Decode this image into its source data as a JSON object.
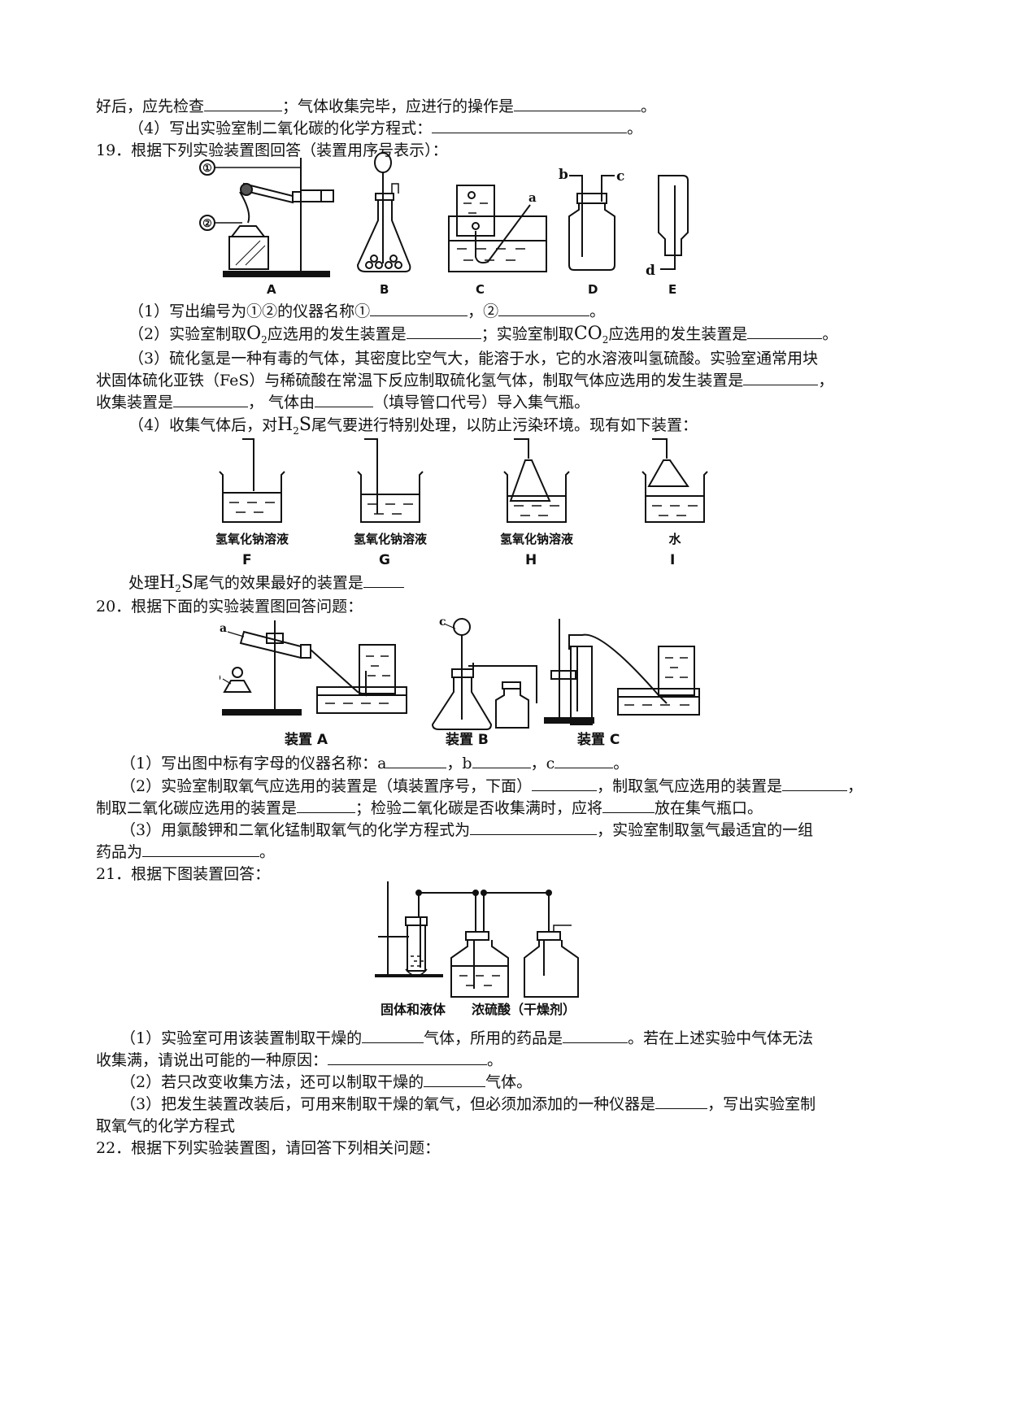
{
  "q18": {
    "l1a": "好后，应先检查",
    "l1b": "；气体收集完毕，应进行的操作是",
    "l1c": "。",
    "l2a": "（4）写出实验室制二氧化碳的化学方程式：",
    "l2b": "。"
  },
  "q19": {
    "title": "19．根据下列实验装置图回答（装置用序号表示）：",
    "fig1": {
      "mark1": "①",
      "mark2": "②",
      "label_a": "a",
      "label_b": "b",
      "label_c": "c",
      "label_d": "d",
      "captions": [
        "A",
        "B",
        "C",
        "D",
        "E"
      ]
    },
    "s1a": "（1）写出编号为①②的仪器名称①",
    "s1b": "，②",
    "s1c": "。",
    "s2a": "（2）实验室制取",
    "s2o2": "O",
    "s2o2sub": "2",
    "s2b": "应选用的发生装置是",
    "s2c": "；实验室制取",
    "s2co2": "CO",
    "s2co2sub": "2",
    "s2d": "应选用的发生装置是",
    "s2e": "。",
    "s3a": "（3）硫化氢是一种有毒的气体，其密度比空气大，能溶于水，它的水溶液叫氢硫酸。实验室通常用块",
    "s3b": "状固体硫化亚铁（FeS）与稀硫酸在常温下反应制取硫化氢气体，制取气体应选用的发生装置是",
    "s3c": "，",
    "s3d": "收集装置是",
    "s3e": "，  气体由",
    "s3f": "（填导管口代号）导入集气瓶。",
    "s4a": "（4）收集气体后，对",
    "s4h": "H",
    "s4sub": "2",
    "s4s": "S",
    "s4b": "尾气要进行特别处理，以防止污染环境。现有如下装置：",
    "fig2": {
      "liquids": [
        "氢氧化钠溶液",
        "氢氧化钠溶液",
        "氢氧化钠溶液",
        "水"
      ],
      "captions": [
        "F",
        "G",
        "H",
        "I"
      ]
    },
    "s5a": "处理",
    "s5h": "H",
    "s5sub": "2",
    "s5s": "S",
    "s5b": "尾气的效果最好的装置是"
  },
  "q20": {
    "title": "20．根据下面的实验装置图回答问题：",
    "fig": {
      "label_a": "a",
      "label_b": "b",
      "label_c": "c",
      "captions": [
        "装置 A",
        "装置 B",
        "装置 C"
      ]
    },
    "s1a": "（1）写出图中标有字母的仪器名称：a",
    "s1b": "，b",
    "s1c": "，c",
    "s1d": "。",
    "s2a": "（2）实验室制取氧气应选用的装置是（填装置序号，下面）",
    "s2b": "，制取氢气应选用的装置是",
    "s2c": "，",
    "s2d": "制取二氧化碳应选用的装置是",
    "s2e": "；检验二氧化碳是否收集满时，应将",
    "s2f": "放在集气瓶口。",
    "s3a": "（3）用氯酸钾和二氧化锰制取氧气的化学方程式为",
    "s3b": "，实验室制取氢气最适宜的一组",
    "s3c": "药品为",
    "s3d": "。"
  },
  "q21": {
    "title": "21．根据下图装置回答：",
    "fig": {
      "label1": "固体和液体",
      "label2": "浓硫酸（干燥剂）"
    },
    "s1a": "（1）实验室可用该装置制取干燥的",
    "s1b": "气体，所用的药品是",
    "s1c": "。若在上述实验中气体无法",
    "s1d": "收集满，请说出可能的一种原因：",
    "s1e": "。",
    "s2a": "（2）若只改变收集方法，还可以制取干燥的",
    "s2b": "气体。",
    "s3a": "（3）把发生装置改装后，可用来制取干燥的氧气，但必须加添加的一种仪器是",
    "s3b": "，写出实验室制",
    "s3c": "取氧气的化学方程式"
  },
  "q22": {
    "title": "22．根据下列实验装置图，请回答下列相关问题："
  }
}
